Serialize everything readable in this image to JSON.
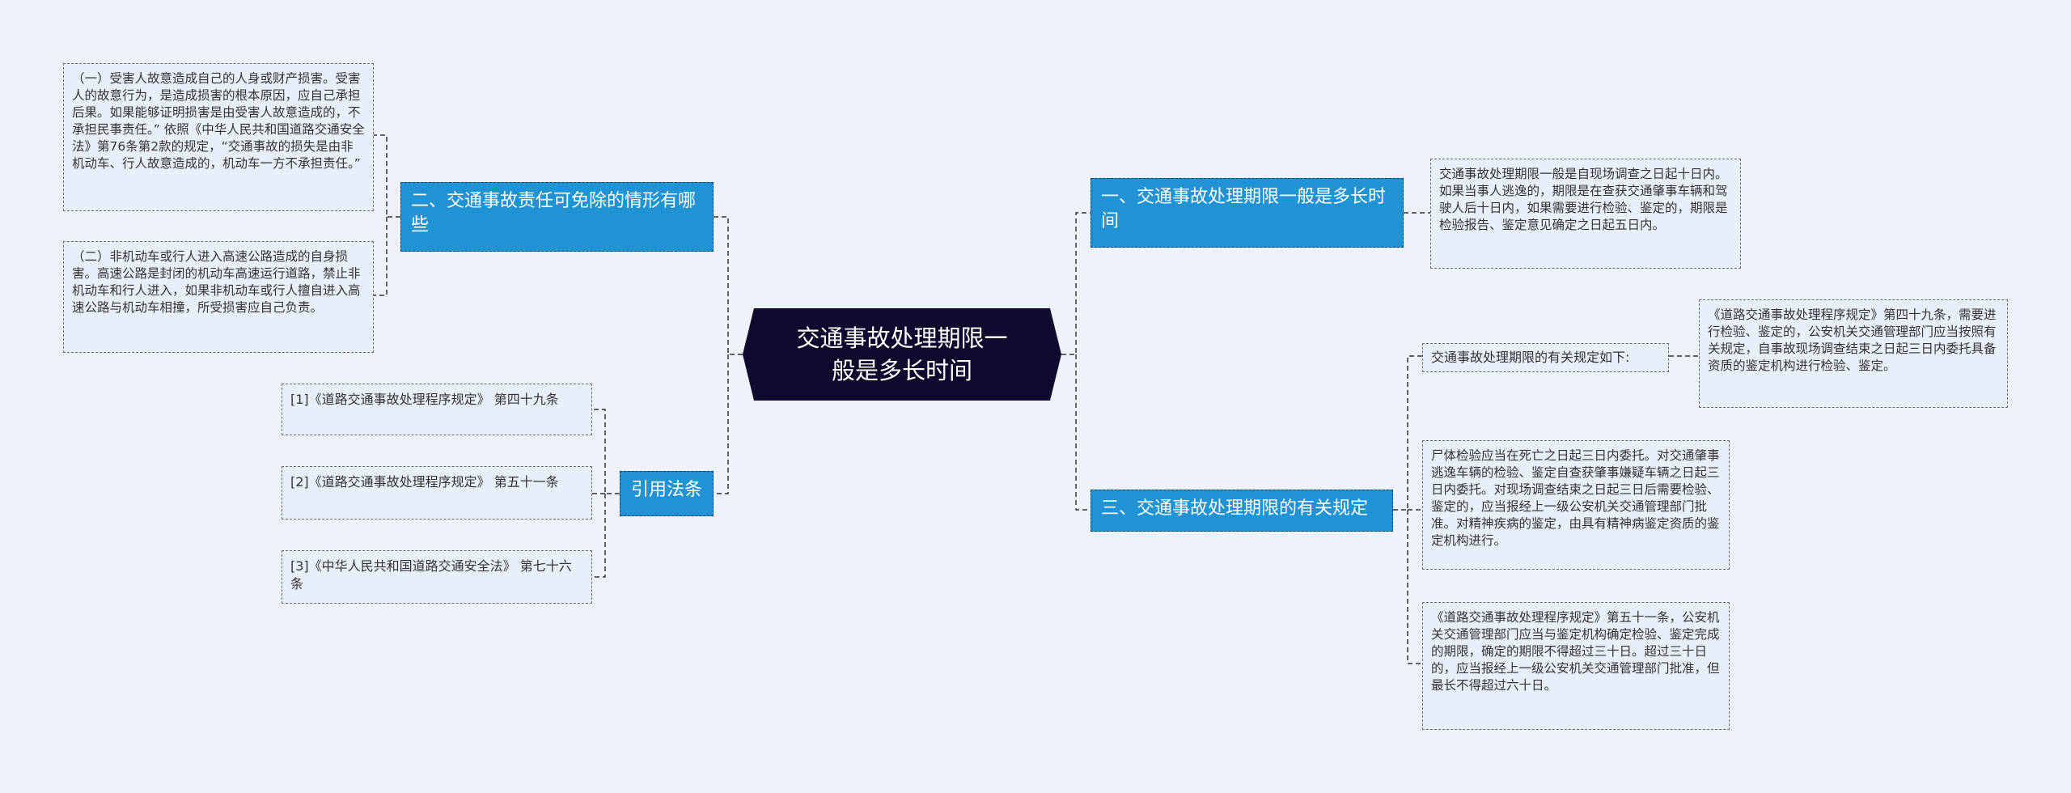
{
  "colors": {
    "background": "#eef2fb",
    "root": "#0d0a2e",
    "branch": "#1f93d4",
    "leaf": "#e9eefb",
    "line": "#333333"
  },
  "root": {
    "title": "交通事故处理期限一般是多长时间"
  },
  "right": {
    "b1": {
      "label": "一、交通事故处理期限一般是多长时间"
    },
    "b1_leaf": "交通事故处理期限一般是自现场调查之日起十日内。如果当事人逃逸的，期限是在查获交通肇事车辆和驾驶人后十日内，如果需要进行检验、鉴定的，期限是检验报告、鉴定意见确定之日起五日内。",
    "b3": {
      "label": "三、交通事故处理期限的有关规定"
    },
    "b3_sub": "交通事故处理期限的有关规定如下:",
    "b3_sub_leaf": "《道路交通事故处理程序规定》第四十九条，需要进行检验、鉴定的，公安机关交通管理部门应当按照有关规定，自事故现场调查结束之日起三日内委托具备资质的鉴定机构进行检验、鉴定。",
    "b3_leaf2": "尸体检验应当在死亡之日起三日内委托。对交通肇事逃逸车辆的检验、鉴定自查获肇事嫌疑车辆之日起三日内委托。对现场调查结束之日起三日后需要检验、鉴定的，应当报经上一级公安机关交通管理部门批准。对精神疾病的鉴定，由具有精神病鉴定资质的鉴定机构进行。",
    "b3_leaf3": "《道路交通事故处理程序规定》第五十一条，公安机关交通管理部门应当与鉴定机构确定检验、鉴定完成的期限，确定的期限不得超过三十日。超过三十日的，应当报经上一级公安机关交通管理部门批准，但最长不得超过六十日。"
  },
  "left": {
    "b2": {
      "label": "二、交通事故责任可免除的情形有哪些"
    },
    "b2_leaf1": "（一）受害人故意造成自己的人身或财产损害。受害人的故意行为，是造成损害的根本原因，应自己承担后果。如果能够证明损害是由受害人故意造成的，不承担民事责任。” 依照《中华人民共和国道路交通安全法》第76条第2款的规定，“交通事故的损失是由非机动车、行人故意造成的，机动车一方不承担责任。”",
    "b2_leaf2": "（二）非机动车或行人进入高速公路造成的自身损害。高速公路是封闭的机动车高速运行道路，禁止非机动车和行人进入，如果非机动车或行人擅自进入高速公路与机动车相撞，所受损害应自己负责。",
    "b4": {
      "label": "引用法条"
    },
    "refs": [
      "[1]《道路交通事故处理程序规定》 第四十九条",
      "[2]《道路交通事故处理程序规定》 第五十一条",
      "[3]《中华人民共和国道路交通安全法》 第七十六条"
    ]
  }
}
